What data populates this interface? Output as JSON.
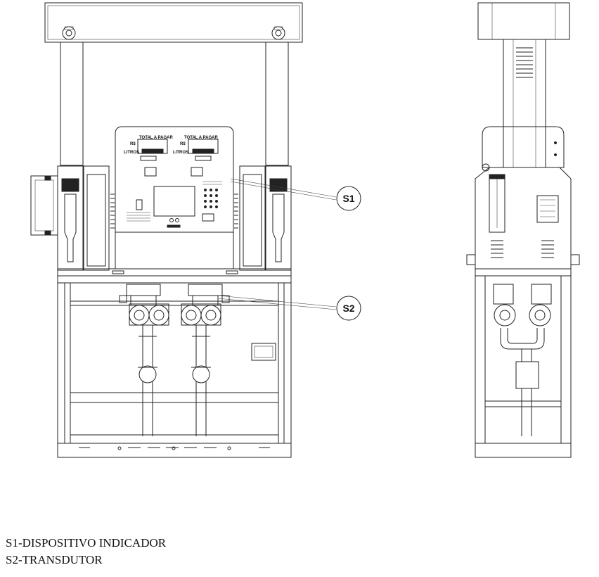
{
  "callouts": {
    "s1": "S1",
    "s2": "S2"
  },
  "display": {
    "left_header": "TOTAL A PAGAR",
    "right_header": "TOTAL A PAGAR",
    "left_currency": "R$",
    "right_currency": "R$",
    "left_liters": "LITROS",
    "right_liters": "LITROS"
  },
  "legend": {
    "s1": "S1-DISPOSITIVO INDICADOR",
    "s2": "S2-TRANSDUTOR"
  }
}
